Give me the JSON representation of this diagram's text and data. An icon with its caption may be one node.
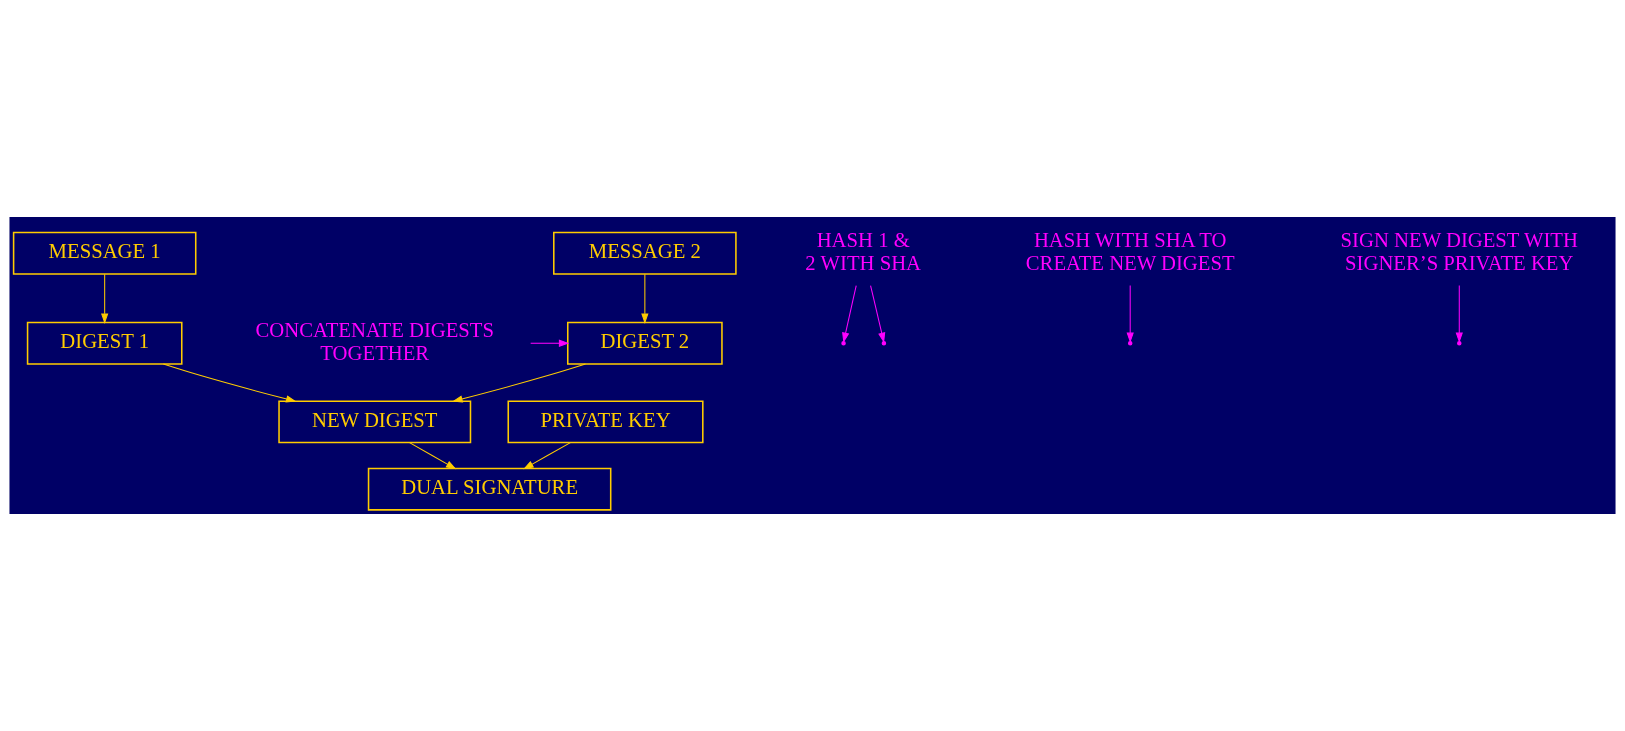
{
  "diagram": {
    "nodes": [
      {
        "text": [
          "MESSAGE 1"
        ]
      },
      {
        "text": [
          "MESSAGE 2"
        ]
      },
      {
        "text": [
          "DIGEST 1"
        ]
      },
      {
        "text": [
          "DIGEST 2"
        ]
      },
      {
        "text": [
          "NEW DIGEST"
        ]
      },
      {
        "text": [
          "PRIVATE KEY"
        ]
      },
      {
        "text": [
          "DUAL SIGNATURE"
        ]
      },
      {
        "text": [
          "HASH 1 & 2 WITH SHA"
        ]
      },
      {
        "text": [
          "CONCATENATE DIGESTS TOGETHER"
        ]
      },
      {
        "text": [
          "HASH WITH SHA TO CREATE NEW DIGEST"
        ]
      },
      {
        "text": [
          "SIGN NEW DIGEST WITH SIGNER’S PRIVATE KEY"
        ]
      }
    ],
    "edges": [
      {
        "from": 0,
        "to": 2,
        "arrow": "to"
      },
      {
        "from": 1,
        "to": 3,
        "arrow": "to"
      },
      {
        "from": 2,
        "to": 4,
        "arrow": "to"
      },
      {
        "from": 3,
        "to": 4,
        "arrow": "to"
      },
      {
        "from": 4,
        "to": 6,
        "arrow": "to"
      },
      {
        "from": 5,
        "to": 6,
        "arrow": "to"
      },
      {
        "from": 7,
        "to": null,
        "arrow": "to",
        "color": "#ff00ff"
      },
      {
        "from": 7,
        "to": null,
        "arrow": "to",
        "color": "#ff00ff"
      },
      {
        "from": 8,
        "to": 3,
        "arrow": "to",
        "color": "#ff00ff"
      },
      {
        "from": 9,
        "to": null,
        "arrow": "to",
        "color": "#ff00ff"
      },
      {
        "from": 10,
        "to": null,
        "arrow": "to",
        "color": "#ff00ff"
      }
    ]
  }
}
